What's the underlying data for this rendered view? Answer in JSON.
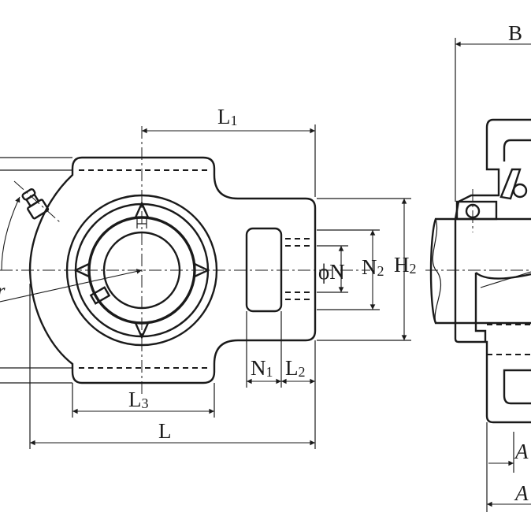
{
  "labels": {
    "L1": {
      "main": "L",
      "sub": "1"
    },
    "L": {
      "main": "L",
      "sub": ""
    },
    "L2": {
      "main": "L",
      "sub": "2"
    },
    "L3": {
      "main": "L",
      "sub": "3"
    },
    "N": {
      "main": "ϕN",
      "sub": ""
    },
    "N1": {
      "main": "N",
      "sub": "1"
    },
    "N2": {
      "main": "N",
      "sub": "2"
    },
    "H2": {
      "main": "H",
      "sub": "2"
    },
    "B": {
      "main": "B",
      "sub": ""
    },
    "A_upper": {
      "main": "A",
      "sub": ""
    },
    "A_lower": {
      "main": "A",
      "sub": ""
    },
    "r": {
      "main": "r",
      "sub": ""
    }
  },
  "colors": {
    "ink": "#1a1a1a",
    "background": "#ffffff"
  }
}
